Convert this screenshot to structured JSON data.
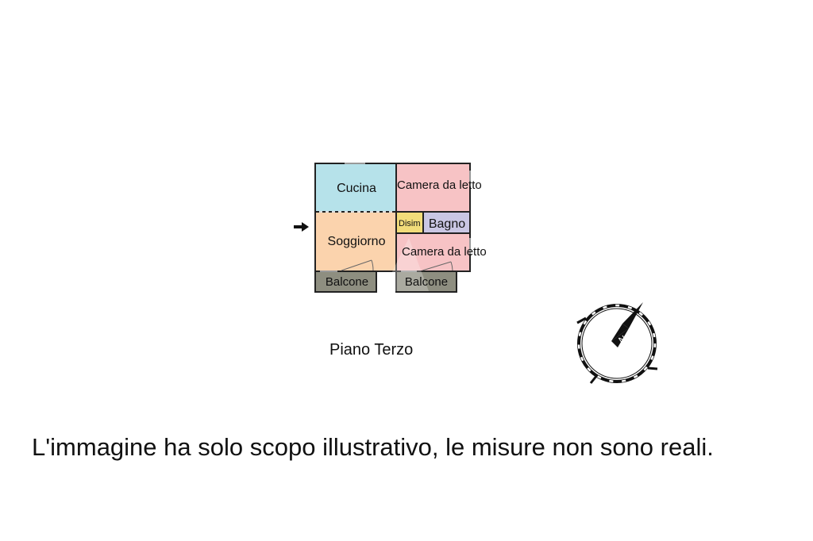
{
  "rooms": {
    "cucina": "Cucina",
    "camera_top": "Camera da letto",
    "disim": "Disim",
    "bagno": "Bagno",
    "soggiorno": "Soggiorno",
    "camera_bottom": "Camera da letto",
    "balcone_left": "Balcone",
    "balcone_right": "Balcone"
  },
  "compass": {
    "north_label": "N"
  },
  "floor_label": "Piano Terzo",
  "disclaimer": "L'immagine ha solo scopo illustrativo, le misure non sono reali.",
  "colors": {
    "cucina": "#b6e2ea",
    "camera": "#f7c3c5",
    "disim": "#f2dc7a",
    "bagno": "#c9c6e3",
    "soggiorno": "#fbd3ad",
    "balcone": "#8e8e80",
    "wall": "#222222"
  },
  "icons": [
    "entrance-arrow-icon",
    "compass-icon"
  ]
}
